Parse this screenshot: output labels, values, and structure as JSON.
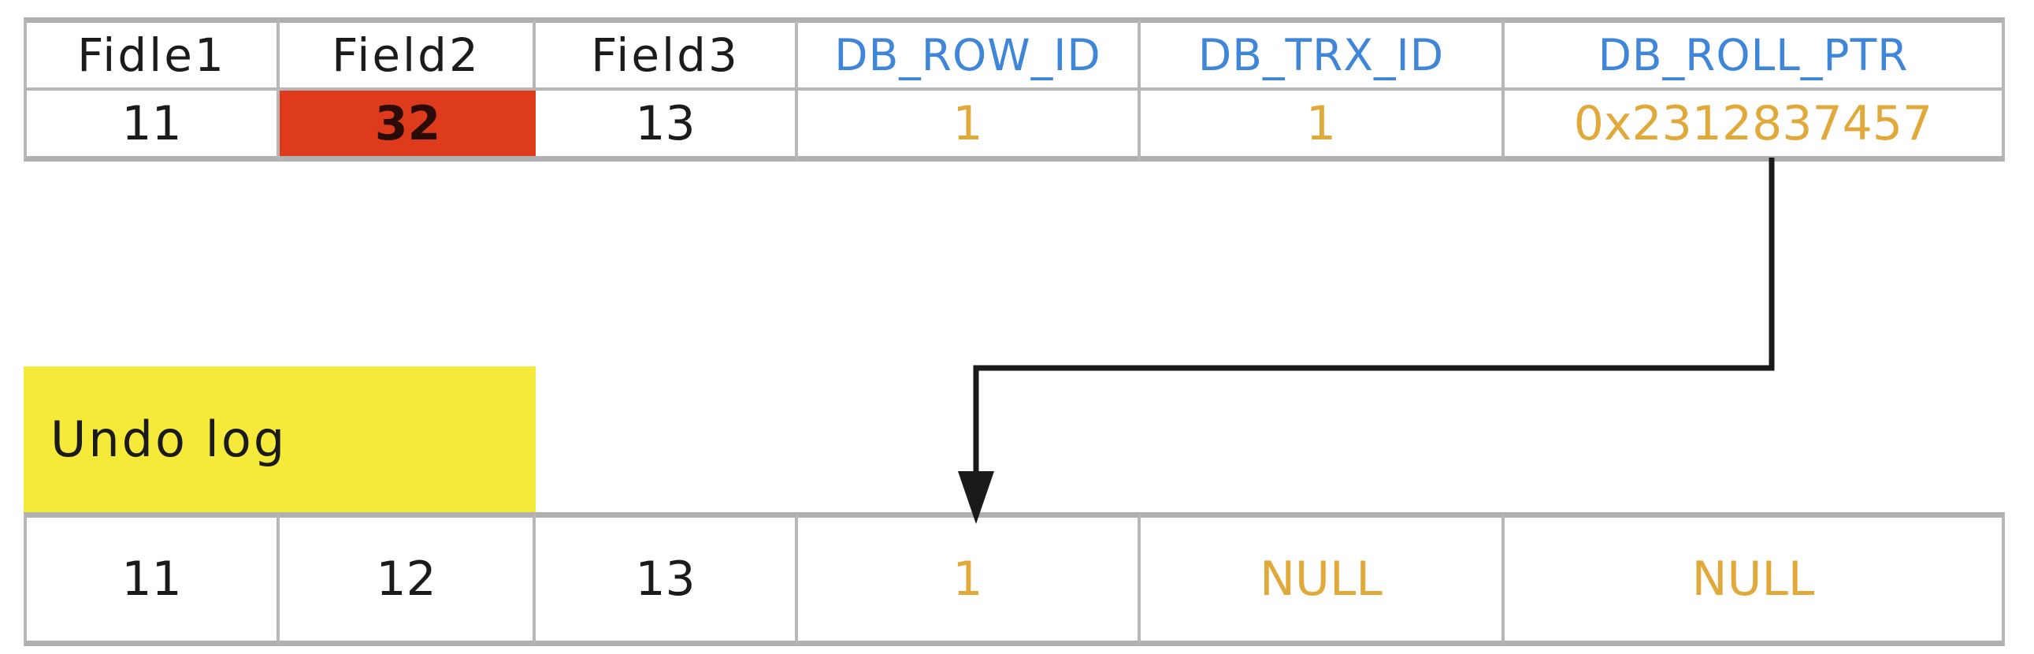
{
  "diagram": {
    "title": "InnoDB row with hidden system columns and undo log version chain",
    "colors": {
      "sys_column_text": "#3f86d8",
      "value_text": "#e0a93a",
      "highlight_cell": "#de3b1c",
      "undo_tag": "#f5e93a",
      "border": "#b0b0b0",
      "connector": "#1a1a1a"
    }
  },
  "record_table": {
    "headers": [
      {
        "label": "Fidle1",
        "kind": "user"
      },
      {
        "label": "Field2",
        "kind": "user"
      },
      {
        "label": "Field3",
        "kind": "user"
      },
      {
        "label": "DB_ROW_ID",
        "kind": "system"
      },
      {
        "label": "DB_TRX_ID",
        "kind": "system"
      },
      {
        "label": "DB_ROLL_PTR",
        "kind": "system"
      }
    ],
    "row": [
      {
        "value": "11",
        "style": "plain"
      },
      {
        "value": "32",
        "style": "highlight"
      },
      {
        "value": "13",
        "style": "plain"
      },
      {
        "value": "1",
        "style": "amber"
      },
      {
        "value": "1",
        "style": "amber"
      },
      {
        "value": "0x2312837457",
        "style": "amber"
      }
    ]
  },
  "undo_log": {
    "tag_label": "Undo log",
    "row": [
      {
        "value": "11",
        "style": "plain"
      },
      {
        "value": "12",
        "style": "plain"
      },
      {
        "value": "13",
        "style": "plain"
      },
      {
        "value": "1",
        "style": "amber"
      },
      {
        "value": "NULL",
        "style": "amber"
      },
      {
        "value": "NULL",
        "style": "amber"
      }
    ]
  },
  "connector": {
    "label": "roll-pointer-to-undo-log-arrow",
    "from": "DB_ROLL_PTR",
    "to": "undo log DB_ROW_ID column"
  }
}
